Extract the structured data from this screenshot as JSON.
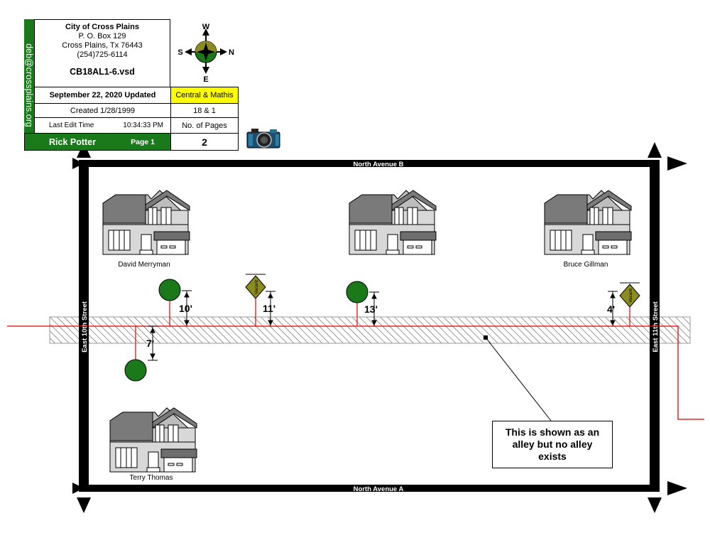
{
  "title_block": {
    "org_name": "City of Cross Plains",
    "po_box": "P. O. Box 129",
    "city_state_zip": "Cross Plains, Tx  76443",
    "phone": "(254)725-6114",
    "file_name": "CB18AL1-6.vsd",
    "email": "deb@crossplains.org",
    "updated": "September 22, 2020 Updated",
    "location": "Central & Mathis",
    "created": "Created 1/28/1999",
    "block_lot": "18 & 1",
    "last_edit_label": "Last Edit Time",
    "last_edit_time": "10:34:33 PM",
    "pages_label": "No. of Pages",
    "author": "Rick Potter",
    "page": "Page 1",
    "page_count": "2"
  },
  "compass": {
    "north": "N",
    "south": "S",
    "east": "E",
    "west": "W"
  },
  "streets": {
    "top": "North Avenue B",
    "bottom": "North Avenue A",
    "left": "East 10th Street",
    "right": "East 11th Street"
  },
  "houses": [
    {
      "owner": "David Merryman"
    },
    {
      "owner": ""
    },
    {
      "owner": "Bruce Gillman"
    },
    {
      "owner": "Terry Thomas"
    }
  ],
  "meters": {
    "active_color": "#1a7a1a",
    "vacant_color": "#8b8b1f",
    "vacant_label": "Vacant"
  },
  "distances": [
    "10'",
    "11'",
    "13'",
    "4'",
    "7'"
  ],
  "note": "This is shown as an alley but no alley exists",
  "colors": {
    "water_line": "#e00000",
    "title_green": "#1a7a1a",
    "highlight": "#ffff00"
  }
}
